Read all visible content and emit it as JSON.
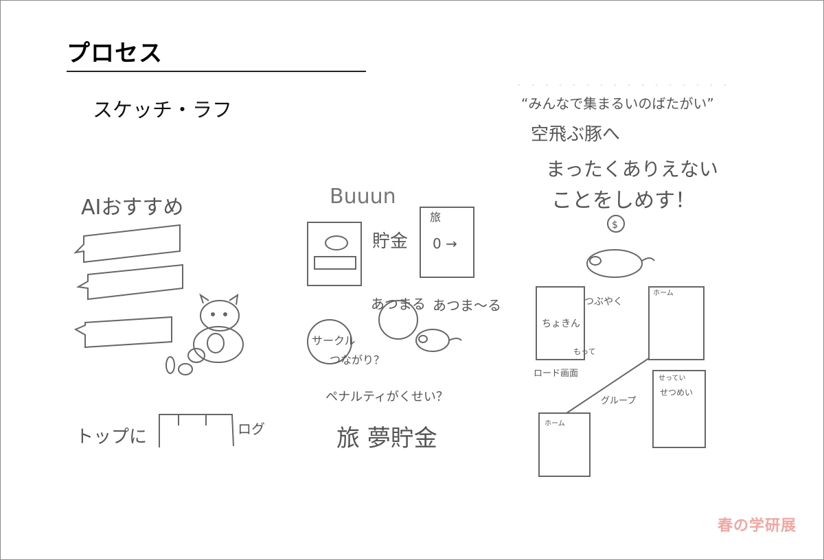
{
  "slide": {
    "title": "プロセス",
    "subtitle": "スケッチ・ラフ"
  },
  "sketch1": {
    "heading": "AIおすすめ",
    "bottom_label": "トップに",
    "tab_label": "ログ"
  },
  "sketch2": {
    "logo_text": "Buuun",
    "card_label": "旅",
    "saving_label": "貯金",
    "amount_text": "0 →",
    "gather_label": "あつまる",
    "gather_label_2": "あつま～る",
    "circle_label": "サークル",
    "connect_label": "つながり？",
    "penalty_label": "ペナルティがくせい？",
    "footer_label": "旅 夢貯金"
  },
  "sketch3": {
    "line1": "“みんなで集まるいのばたがい”",
    "line2": "空飛ぶ豚へ",
    "line3": "まったくありえない",
    "line4": "ことをしめす！",
    "coin_symbol": "$",
    "splash_text": "ちょきん",
    "tweet_label": "つぶやく",
    "screen_header": "ホーム",
    "caption_1": "ロード画面",
    "caption_2": "もって",
    "group_label": "グループ",
    "home_label": "ホーム",
    "settings_header": "せってい",
    "settings_body": "せつめい"
  },
  "logo": {
    "text": "春の学研展"
  }
}
